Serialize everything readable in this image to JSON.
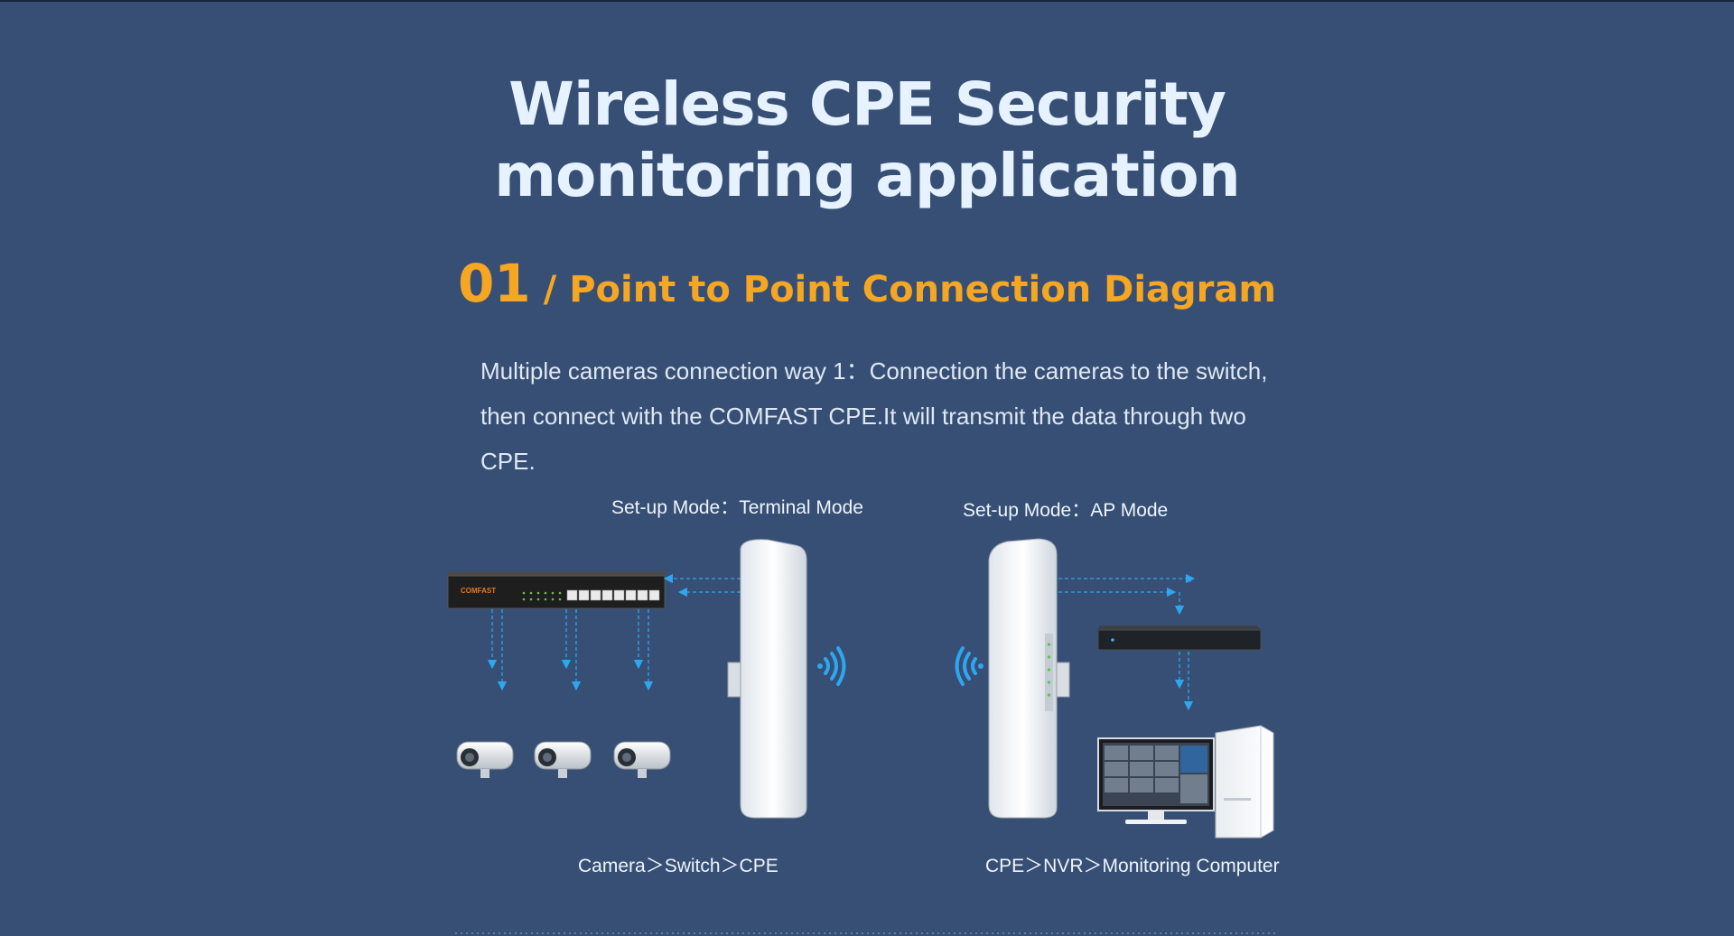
{
  "title_line1": "Wireless CPE Security",
  "title_line2": "monitoring application",
  "section": {
    "number": "01",
    "label": "/ Point to Point Connection Diagram"
  },
  "description": {
    "line1": "Multiple cameras connection way 1：Connection the cameras to the switch,",
    "line2": "then connect with the COMFAST CPE.It will transmit the data through two CPE."
  },
  "left": {
    "mode": "Set-up Mode：Terminal Mode",
    "caption": "Camera＞Switch＞CPE",
    "switch_brand": "COMFAST"
  },
  "right": {
    "mode": "Set-up Mode：AP Mode",
    "caption": "CPE＞NVR＞Monitoring Computer"
  },
  "colors": {
    "background": "#374f74",
    "accent": "#f5a623",
    "title": "#e6f2ff",
    "arrow": "#2ea6f0"
  },
  "icons": [
    "switch-icon",
    "ip-camera-icon",
    "cpe-antenna-icon",
    "wifi-signal-icon",
    "nvr-icon",
    "monitor-icon",
    "pc-tower-icon"
  ]
}
